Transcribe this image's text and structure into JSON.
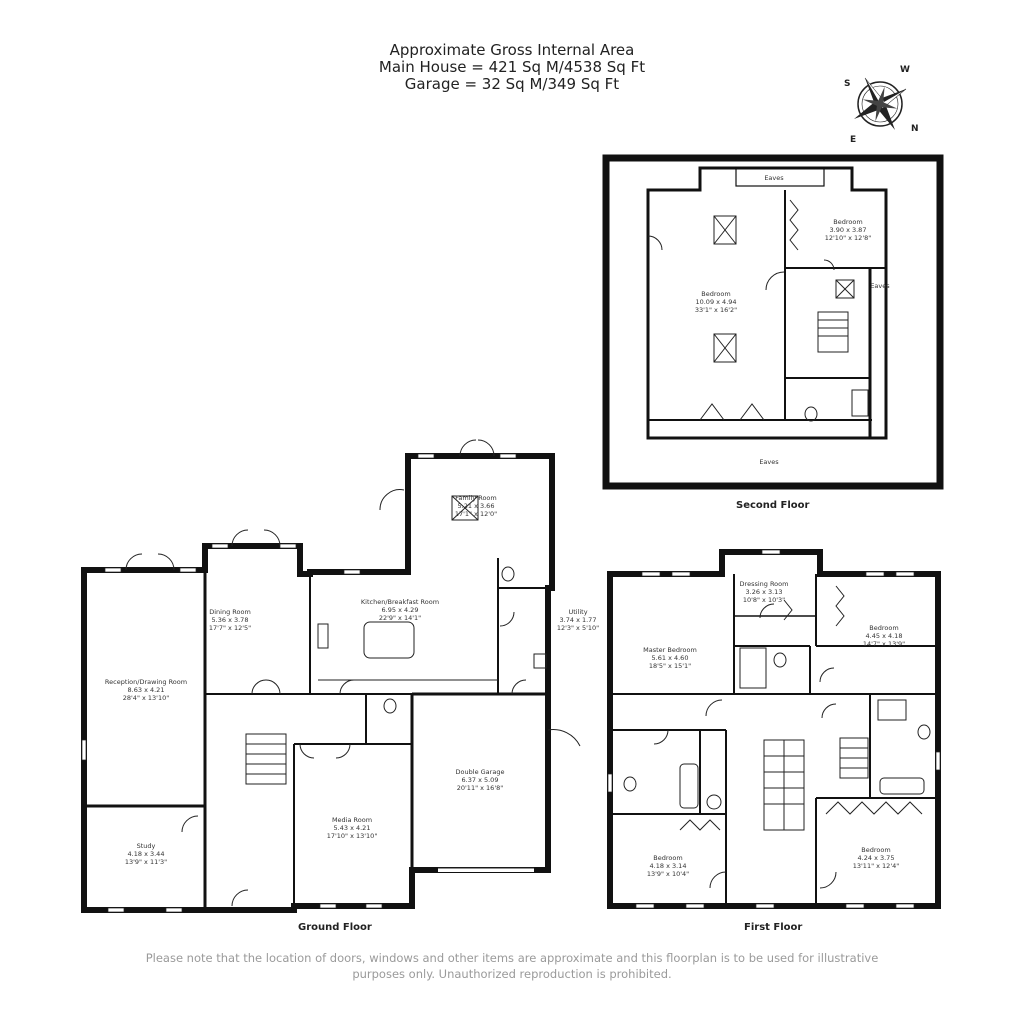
{
  "header": {
    "line1": "Approximate Gross Internal Area",
    "line2": "Main House = 421 Sq M/4538 Sq Ft",
    "line3": "Garage = 32 Sq M/349 Sq Ft"
  },
  "compass": {
    "labels": [
      "S",
      "W",
      "E",
      "N"
    ]
  },
  "floors": {
    "ground": "Ground Floor",
    "first": "First Floor",
    "second": "Second Floor"
  },
  "rooms": {
    "ground": [
      {
        "name": "Reception/Drawing Room",
        "metric": "8.63 x 4.21",
        "imperial": "28'4\" x 13'10\""
      },
      {
        "name": "Dining Room",
        "metric": "5.36 x 3.78",
        "imperial": "17'7\" x 12'5\""
      },
      {
        "name": "Kitchen/Breakfast Room",
        "metric": "6.95 x 4.29",
        "imperial": "22'9\" x 14'1\""
      },
      {
        "name": "Family Room",
        "metric": "5.21 x 3.66",
        "imperial": "17'1\" x 12'0\""
      },
      {
        "name": "Utility",
        "metric": "3.74 x 1.77",
        "imperial": "12'3\" x 5'10\""
      },
      {
        "name": "Study",
        "metric": "4.18 x 3.44",
        "imperial": "13'9\" x 11'3\""
      },
      {
        "name": "Media Room",
        "metric": "5.43 x 4.21",
        "imperial": "17'10\" x 13'10\""
      },
      {
        "name": "Double Garage",
        "metric": "6.37 x 5.09",
        "imperial": "20'11\" x 16'8\""
      }
    ],
    "first": [
      {
        "name": "Master Bedroom",
        "metric": "5.61 x 4.60",
        "imperial": "18'5\" x 15'1\""
      },
      {
        "name": "Dressing Room",
        "metric": "3.26 x 3.13",
        "imperial": "10'8\" x 10'3\""
      },
      {
        "name": "Bedroom",
        "metric": "4.45 x 4.18",
        "imperial": "14'7\" x 13'9\""
      },
      {
        "name": "Bedroom",
        "metric": "4.18 x 3.14",
        "imperial": "13'9\" x 10'4\""
      },
      {
        "name": "Bedroom",
        "metric": "4.24 x 3.75",
        "imperial": "13'11\" x 12'4\""
      }
    ],
    "second": [
      {
        "name": "Bedroom",
        "metric": "10.09 x 4.94",
        "imperial": "33'1\" x 16'2\""
      },
      {
        "name": "Bedroom",
        "metric": "3.90 x 3.87",
        "imperial": "12'10\" x 12'8\""
      }
    ],
    "eaves": "Eaves"
  },
  "disclaimer": {
    "line1": "Please note that the location of doors, windows and other items are approximate and this floorplan is to be used for illustrative",
    "line2": "purposes only. Unauthorized reproduction is prohibited."
  }
}
